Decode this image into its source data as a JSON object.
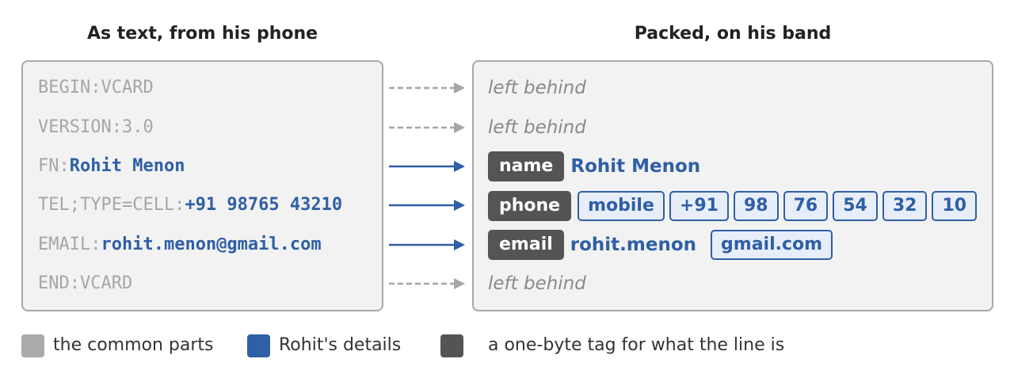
{
  "colors": {
    "common": "#aaaaaa",
    "details": "#2f5fa6",
    "tag": "#545454"
  },
  "headings": {
    "left": "As text, from his phone",
    "right": "Packed, on his band"
  },
  "vcard_lines": [
    {
      "key": "BEGIN:VCARD",
      "value": ""
    },
    {
      "key": "VERSION:3.0",
      "value": ""
    },
    {
      "key": "FN:",
      "value": "Rohit Menon"
    },
    {
      "key": "TEL;TYPE=CELL:",
      "value": "+91 98765 43210"
    },
    {
      "key": "EMAIL:",
      "value": "rohit.menon@gmail.com"
    },
    {
      "key": "END:VCARD",
      "value": ""
    }
  ],
  "packed": {
    "left_behind": "left behind",
    "name": {
      "tag": "name",
      "value": "Rohit Menon"
    },
    "phone": {
      "tag": "phone",
      "chips": [
        "mobile",
        "+91",
        "98",
        "76",
        "54",
        "32",
        "10"
      ]
    },
    "email": {
      "tag": "email",
      "user": "rohit.menon",
      "domain": "gmail.com"
    }
  },
  "legend": [
    {
      "label": "the common parts"
    },
    {
      "label": "Rohit's details"
    },
    {
      "label": "a one-byte tag for what the line is"
    }
  ]
}
